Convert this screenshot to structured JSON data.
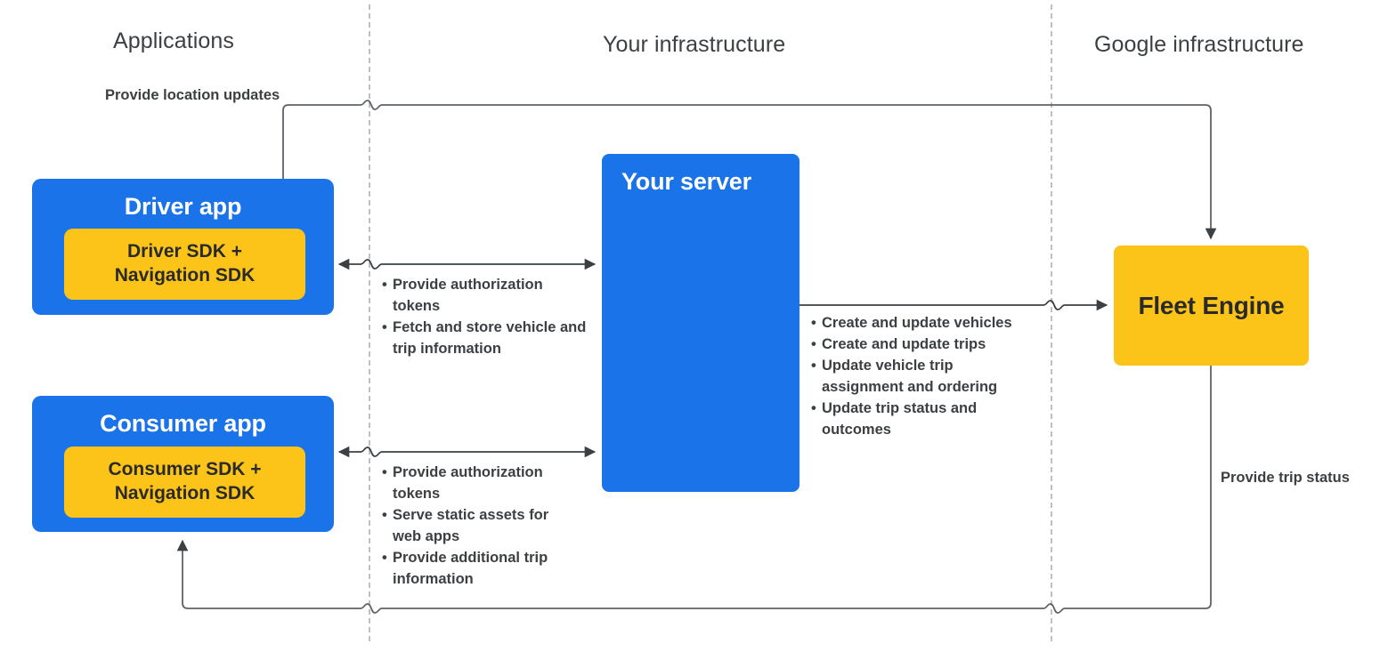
{
  "columns": [
    {
      "label": "Applications"
    },
    {
      "label": "Your infrastructure"
    },
    {
      "label": "Google infrastructure"
    }
  ],
  "colors": {
    "app_blue": "#1a73e8",
    "sdk_yellow": "#fcc419",
    "fleet_yellow": "#fcc419",
    "divider_gray": "#bdc1c6",
    "wire_gray": "#5f6368",
    "text_dark": "#3c4043"
  },
  "nodes": {
    "driver_app": {
      "title": "Driver app",
      "sdk_line1": "Driver SDK +",
      "sdk_line2": "Navigation SDK"
    },
    "consumer_app": {
      "title": "Consumer app",
      "sdk_line1": "Consumer SDK +",
      "sdk_line2": "Navigation SDK"
    },
    "your_server": {
      "title": "Your server"
    },
    "fleet_engine": {
      "title": "Fleet Engine"
    }
  },
  "annotations": {
    "provide_location_updates": "Provide location updates",
    "provide_trip_status": "Provide trip status"
  },
  "edge_labels": {
    "driver_to_server": [
      "Provide authorization tokens",
      "Fetch and store vehicle and trip information"
    ],
    "consumer_to_server": [
      "Provide authorization tokens",
      "Serve static assets for web apps",
      "Provide additional trip information"
    ],
    "server_to_fleet": [
      "Create and update vehicles",
      "Create and update trips",
      "Update vehicle trip assignment and ordering",
      "Update trip status and outcomes"
    ]
  }
}
